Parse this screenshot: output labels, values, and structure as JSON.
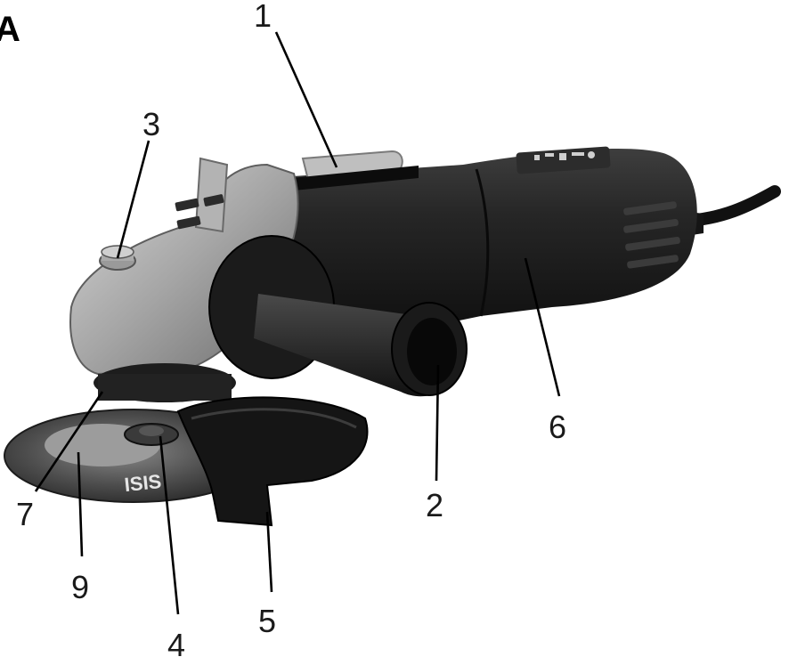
{
  "figure_letter": "A",
  "product_illustration": "angle-grinder",
  "callouts": [
    {
      "number": "1"
    },
    {
      "number": "2"
    },
    {
      "number": "3"
    },
    {
      "number": "4"
    },
    {
      "number": "5"
    },
    {
      "number": "6"
    },
    {
      "number": "7"
    },
    {
      "number": "9"
    }
  ],
  "colors": {
    "body": "#1c1c1c",
    "body_highlight": "#3a3a3a",
    "gear_head": "#9a9a9a",
    "gear_head_highlight": "#d2d2d2",
    "disc": "#4a4a4a",
    "switch": "#bdbdbd"
  }
}
